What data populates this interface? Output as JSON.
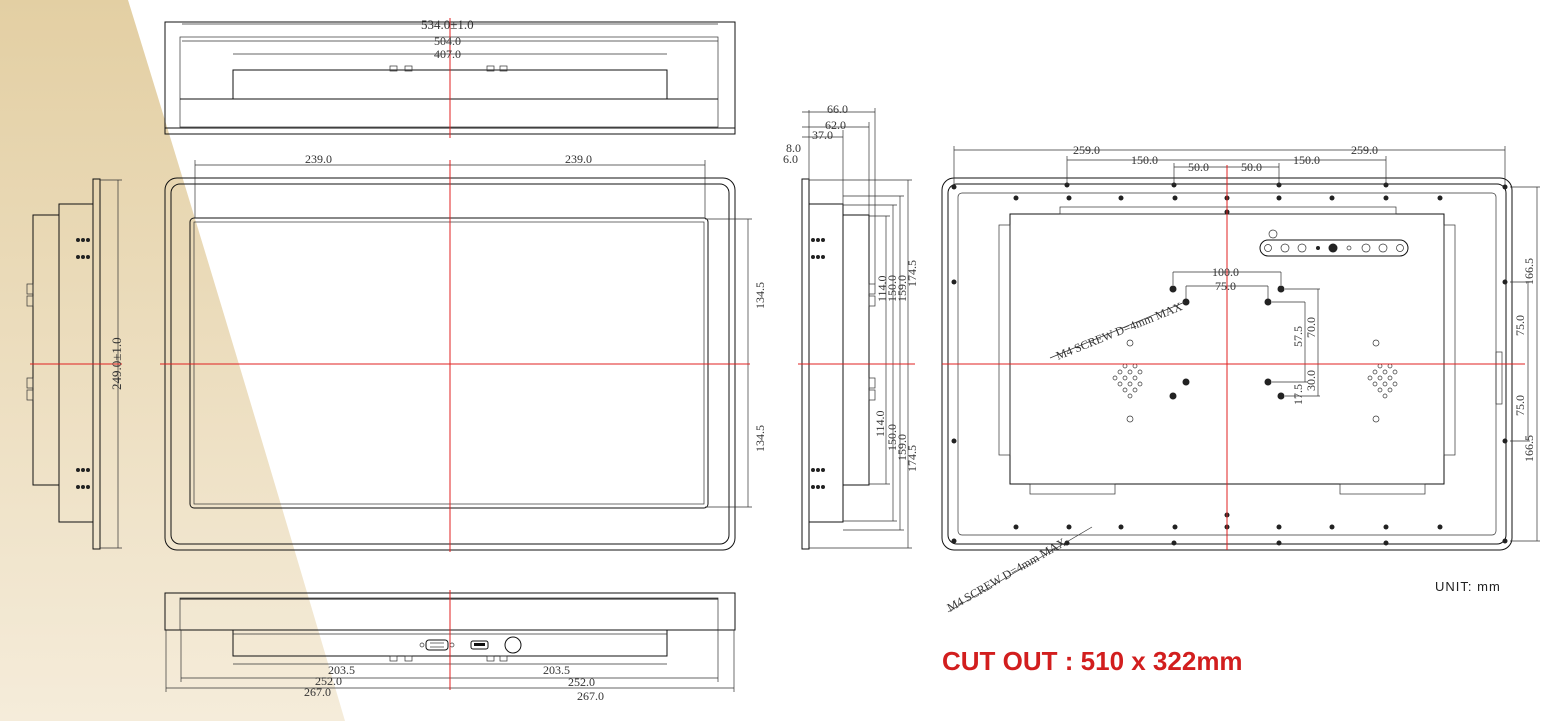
{
  "unit_label": "UNIT: mm",
  "cutout_label": "CUT OUT : 510 x 322mm",
  "screw_note": "M4 SCREW D=4mm MAX",
  "colors": {
    "centerline": "#e02020",
    "cutout_text": "#d21e1e",
    "background_accent": "#e3cfa3"
  },
  "top_view": {
    "overall": "534.0±1.0",
    "width_2": "504.0",
    "width_3": "407.0"
  },
  "front_view": {
    "half_left": "239.0",
    "half_right": "239.0",
    "height_upper": "134.5",
    "height_lower": "134.5"
  },
  "left_view": {
    "height": "249.0±1.0"
  },
  "side_view": {
    "depths": [
      "66.0",
      "62.0",
      "37.0",
      "8.0",
      "6.0"
    ],
    "upper_heights": [
      "114.0",
      "150.0",
      "159.0",
      "174.5"
    ],
    "lower_heights": [
      "114.0",
      "150.0",
      "159.0",
      "174.5"
    ]
  },
  "bottom_view": {
    "left_inner": "203.5",
    "right_inner": "203.5",
    "left_mid": "252.0",
    "right_mid": "252.0",
    "left_outer": "267.0",
    "right_outer": "267.0"
  },
  "rear_view": {
    "top_outer_left": "259.0",
    "top_outer_right": "259.0",
    "top_mid_left": "150.0",
    "top_mid_right": "150.0",
    "top_inner_left": "50.0",
    "top_inner_right": "50.0",
    "vesa_100": "100.0",
    "vesa_75": "75.0",
    "v_57": "57.5",
    "v_70": "70.0",
    "v_30": "30.0",
    "v_17": "17.5",
    "right_upper_outer": "166.5",
    "right_upper_inner": "75.0",
    "right_lower_inner": "75.0",
    "right_lower_outer": "166.5"
  }
}
